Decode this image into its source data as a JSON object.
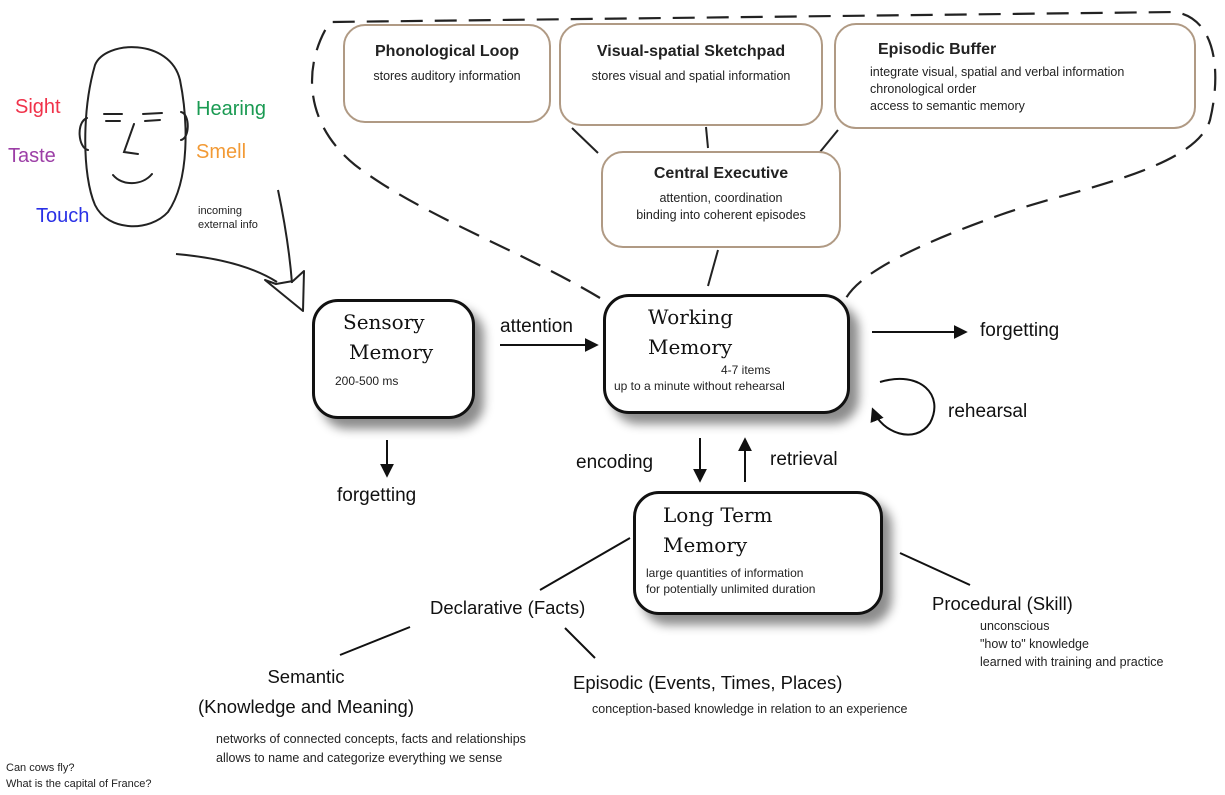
{
  "colors": {
    "sight": "#f0324a",
    "taste": "#9c3ea6",
    "touch": "#2a31e6",
    "hearing": "#1a9a52",
    "smell": "#f29a35",
    "component_border": "#b09a84"
  },
  "senses": {
    "sight": "Sight",
    "taste": "Taste",
    "touch": "Touch",
    "hearing": "Hearing",
    "smell": "Smell"
  },
  "incoming": {
    "line1": "incoming",
    "line2": "external info"
  },
  "working_memory_model": {
    "phonological_loop": {
      "title": "Phonological Loop",
      "desc": "stores auditory information"
    },
    "visuospatial_sketchpad": {
      "title": "Visual-spatial Sketchpad",
      "desc": "stores visual and spatial information"
    },
    "episodic_buffer": {
      "title": "Episodic Buffer",
      "lines": [
        "integrate visual, spatial and verbal information",
        "chronological order",
        "access to semantic memory"
      ]
    },
    "central_executive": {
      "title": "Central Executive",
      "lines": [
        "attention, coordination",
        "binding into coherent episodes"
      ]
    }
  },
  "sensory_memory": {
    "title_line1": "Sensory",
    "title_line2": "Memory",
    "duration": "200-500 ms"
  },
  "working_memory": {
    "title_line1": "Working",
    "title_line2": "Memory",
    "capacity": "4-7 items",
    "duration": "up to a minute  without rehearsal"
  },
  "long_term_memory": {
    "title_line1": "Long Term",
    "title_line2": "Memory",
    "lines": [
      "large quantities of information",
      "for potentially unlimited duration"
    ]
  },
  "flow_labels": {
    "attention": "attention",
    "forgetting_working": "forgetting",
    "forgetting_sensory": "forgetting",
    "rehearsal": "rehearsal",
    "encoding": "encoding",
    "retrieval": "retrieval"
  },
  "declarative": {
    "title": "Declarative (Facts)"
  },
  "procedural": {
    "title": "Procedural (Skill)",
    "lines": [
      "unconscious",
      "\"how to\" knowledge",
      "learned with training and practice"
    ]
  },
  "semantic": {
    "title_line1": "Semantic",
    "title_line2": "(Knowledge and Meaning)",
    "lines": [
      "networks of connected concepts, facts and relationships",
      "allows to name and categorize everything we sense"
    ]
  },
  "episodic": {
    "title": "Episodic (Events, Times, Places)",
    "desc": "conception-based knowledge in relation to an experience"
  },
  "examples": [
    "Can cows fly?",
    "What is the capital of France?"
  ]
}
